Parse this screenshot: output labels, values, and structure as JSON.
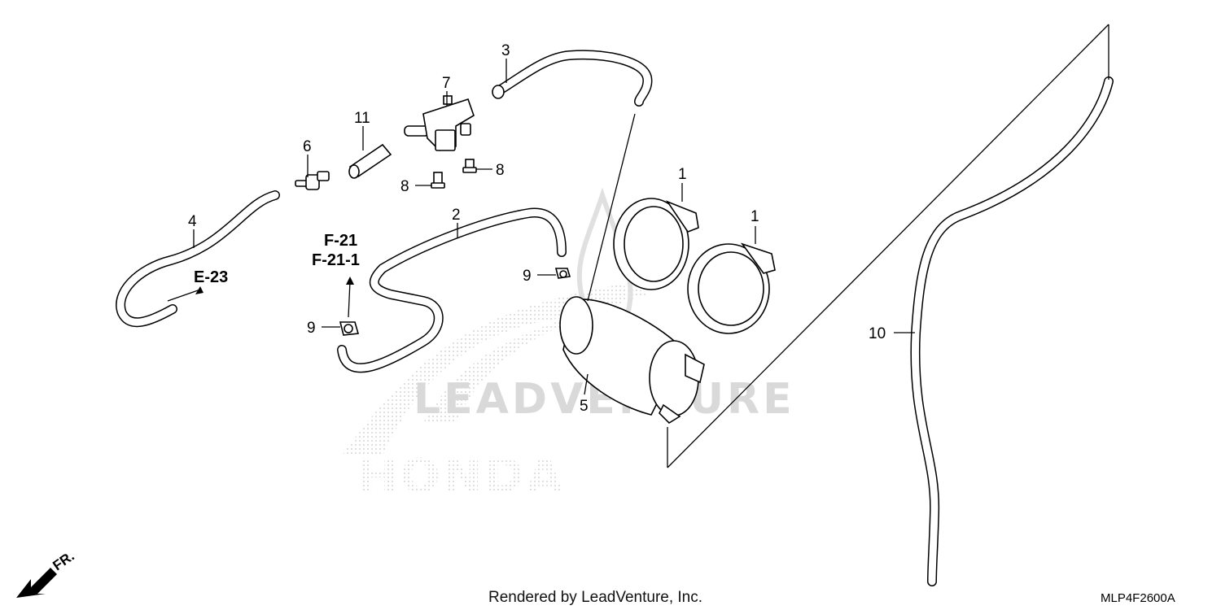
{
  "callouts": [
    {
      "id": "c1a",
      "text": "1"
    },
    {
      "id": "c1b",
      "text": "1"
    },
    {
      "id": "c2",
      "text": "2"
    },
    {
      "id": "c3",
      "text": "3"
    },
    {
      "id": "c4",
      "text": "4"
    },
    {
      "id": "c5",
      "text": "5"
    },
    {
      "id": "c6",
      "text": "6"
    },
    {
      "id": "c7",
      "text": "7"
    },
    {
      "id": "c8a",
      "text": "8"
    },
    {
      "id": "c8b",
      "text": "8"
    },
    {
      "id": "c9a",
      "text": "9"
    },
    {
      "id": "c9b",
      "text": "9"
    },
    {
      "id": "c10",
      "text": "10"
    },
    {
      "id": "c11",
      "text": "11"
    }
  ],
  "references": {
    "e23": "E-23",
    "f21": "F-21",
    "f21_1": "F-21-1"
  },
  "front_marker": "FR.",
  "watermark": {
    "leadventure": "LEADVENTURE",
    "honda": "HONDA"
  },
  "footer": {
    "rendered_by": "Rendered by LeadVenture, Inc.",
    "diagram_code": "MLP4F2600A"
  }
}
